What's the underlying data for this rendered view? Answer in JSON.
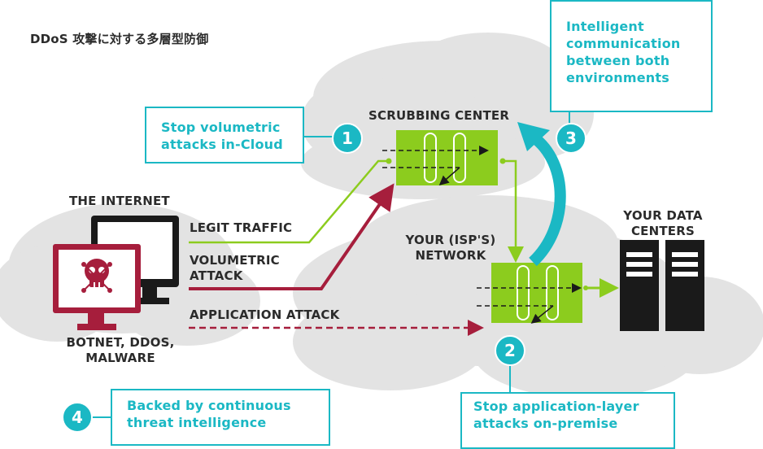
{
  "title": "DDoS 攻撃に対する多層型防御",
  "labels": {
    "scrubbing_center": "SCRUBBING CENTER",
    "the_internet": "THE INTERNET",
    "legit_traffic": "LEGIT TRAFFIC",
    "volumetric_attack": "VOLUMETRIC\nATTACK",
    "application_attack": "APPLICATION ATTACK",
    "botnet": "BOTNET, DDOS,\nMALWARE",
    "isp_network": "YOUR (ISP'S)\nNETWORK",
    "data_centers": "YOUR DATA\nCENTERS"
  },
  "callouts": [
    {
      "number": "1",
      "text": "Stop volumetric\nattacks in-Cloud"
    },
    {
      "number": "2",
      "text": "Stop application-layer\nattacks on-premise"
    },
    {
      "number": "3",
      "text": "Intelligent\ncommunication\nbetween both\nenvironments"
    },
    {
      "number": "4",
      "text": "Backed by continuous\nthreat intelligence"
    }
  ],
  "colors": {
    "teal": "#1bb8c4",
    "lime": "#8ccc1e",
    "crimson": "#a61e3c",
    "cloud": "#e3e3e3",
    "dark": "#1a1a1a"
  }
}
